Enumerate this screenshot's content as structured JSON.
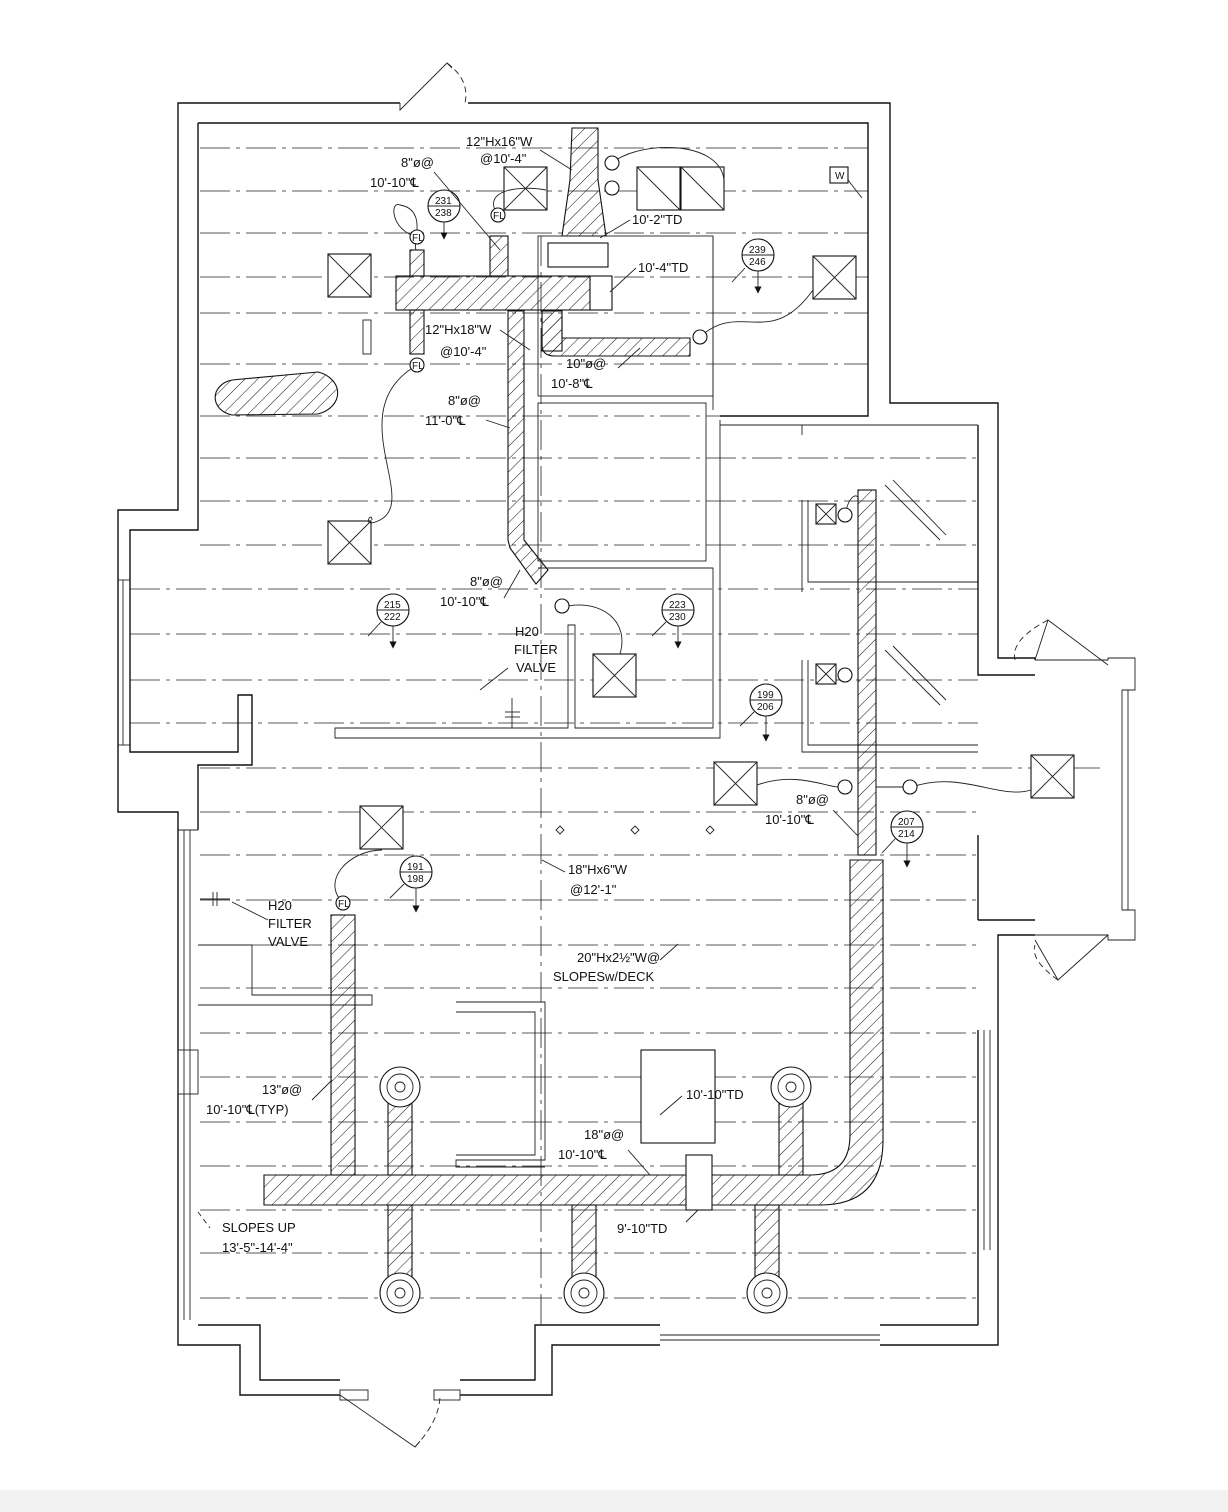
{
  "drawing": {
    "labels": {
      "supply_12x16": "12\"Hx16\"W",
      "supply_12x16_elev": "@10'-4\"",
      "round_8_top": "8\"ø@",
      "round_8_top_elev": "10'-10\"℄",
      "td_10_2": "10'-2\"TD",
      "td_10_4": "10'-4\"TD",
      "duct_12x18": "12\"Hx18\"W",
      "duct_12x18_elev": "@10'-4\"",
      "round_10": "10\"ø@",
      "round_10_elev": "10'-8\"℄",
      "round_8_mid": "8\"ø@",
      "round_8_mid_elev": "11'-0\"℄",
      "round_8_low": "8\"ø@",
      "round_8_low_elev": "10'-10\"℄",
      "h2o_1_a": "H20",
      "h2o_1_b": "FILTER",
      "h2o_1_c": "VALVE",
      "round_8_right": "8\"ø@",
      "round_8_right_elev": "10'-10\"℄",
      "duct_18x6": "18\"Hx6\"W",
      "duct_18x6_elev": "@12'-1\"",
      "h2o_2_a": "H20",
      "h2o_2_b": "FILTER",
      "h2o_2_c": "VALVE",
      "duct_20": "20\"Hx2½\"W@",
      "duct_20_b": "SLOPESw/DECK",
      "round_13": "13\"ø@",
      "round_13_elev": "10'-10\"℄(TYP)",
      "td_10_10": "10'-10\"TD",
      "round_18": "18\"ø@",
      "round_18_elev": "10'-10\"℄",
      "td_9_10": "9'-10\"TD",
      "slopes_up": "SLOPES UP",
      "slopes_up_range": "13'-5\"-14'-4\"",
      "w_tag": "W",
      "fl": "FL"
    },
    "callouts": [
      {
        "top": "231",
        "bottom": "238"
      },
      {
        "top": "239",
        "bottom": "246"
      },
      {
        "top": "215",
        "bottom": "222"
      },
      {
        "top": "223",
        "bottom": "230"
      },
      {
        "top": "199",
        "bottom": "206"
      },
      {
        "top": "207",
        "bottom": "214"
      },
      {
        "top": "191",
        "bottom": "198"
      }
    ]
  }
}
